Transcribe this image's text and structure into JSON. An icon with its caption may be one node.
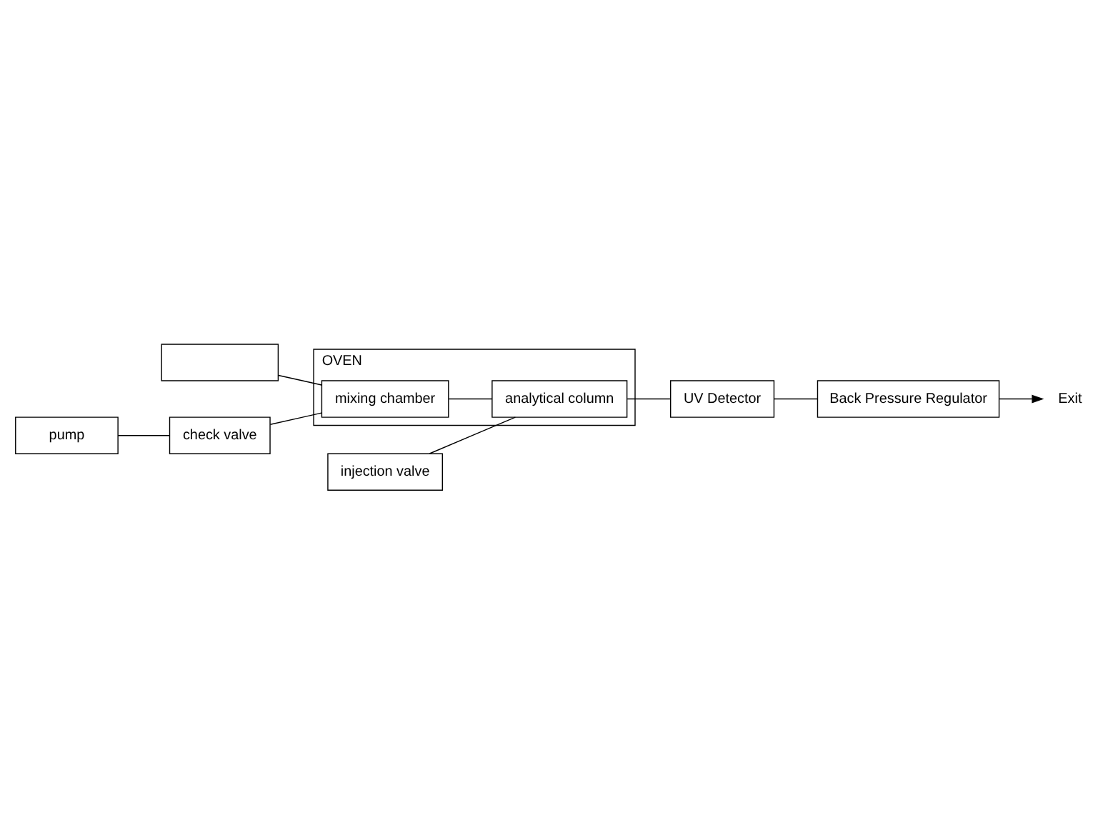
{
  "diagram": {
    "nodes": [
      {
        "text": [],
        "shape": "box"
      },
      {
        "text": [
          "injection valve"
        ]
      },
      {
        "text": [
          "OVEN"
        ]
      },
      {
        "text": [
          "mixing chamber"
        ],
        "in": 2
      },
      {
        "text": [
          "analytical column"
        ],
        "in": 2
      },
      {
        "text": [
          "pump"
        ]
      },
      {
        "text": [
          "check valve"
        ]
      },
      {
        "text": [
          "UV Detector"
        ]
      },
      {
        "text": [
          "Back Pressure Regulator"
        ]
      },
      {
        "text": [
          "Exit"
        ]
      }
    ],
    "edges": [
      {
        "from": 0,
        "to": 3,
        "arrow": "none"
      },
      {
        "from": 5,
        "to": 6,
        "arrow": "none"
      },
      {
        "from": 6,
        "to": 3,
        "arrow": "none"
      },
      {
        "from": 3,
        "to": 4,
        "arrow": "none"
      },
      {
        "from": 1,
        "to": 4,
        "arrow": "none"
      },
      {
        "from": 4,
        "to": 7,
        "arrow": "none"
      },
      {
        "from": 7,
        "to": 8,
        "arrow": "none"
      },
      {
        "from": 8,
        "to": 9,
        "arrow": "to"
      }
    ]
  }
}
